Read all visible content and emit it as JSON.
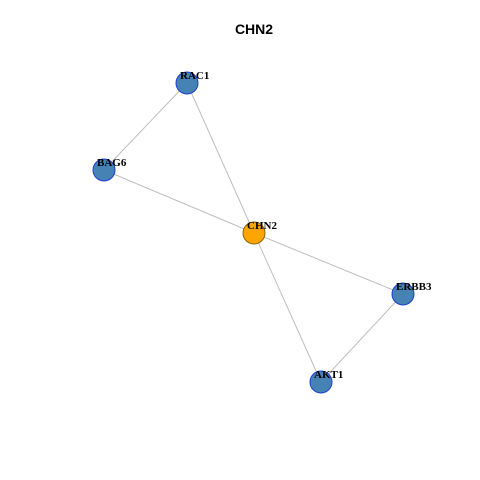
{
  "title": "CHN2",
  "colors": {
    "hub_fill": "#FFA500",
    "hub_stroke": "#8B6500",
    "node_fill": "#4682B4",
    "node_stroke": "#1C3FD1",
    "edge": "#BEBEBE"
  },
  "nodes": [
    {
      "id": "RAC1",
      "label": "RAC1",
      "hub": false
    },
    {
      "id": "BAG6",
      "label": "BAG6",
      "hub": false
    },
    {
      "id": "CHN2",
      "label": "CHN2",
      "hub": true
    },
    {
      "id": "ERBB3",
      "label": "ERBB3",
      "hub": false
    },
    {
      "id": "AKT1",
      "label": "AKT1",
      "hub": false
    }
  ],
  "edges": [
    {
      "source": "RAC1",
      "target": "BAG6"
    },
    {
      "source": "RAC1",
      "target": "CHN2"
    },
    {
      "source": "BAG6",
      "target": "CHN2"
    },
    {
      "source": "CHN2",
      "target": "ERBB3"
    },
    {
      "source": "CHN2",
      "target": "AKT1"
    },
    {
      "source": "ERBB3",
      "target": "AKT1"
    }
  ]
}
